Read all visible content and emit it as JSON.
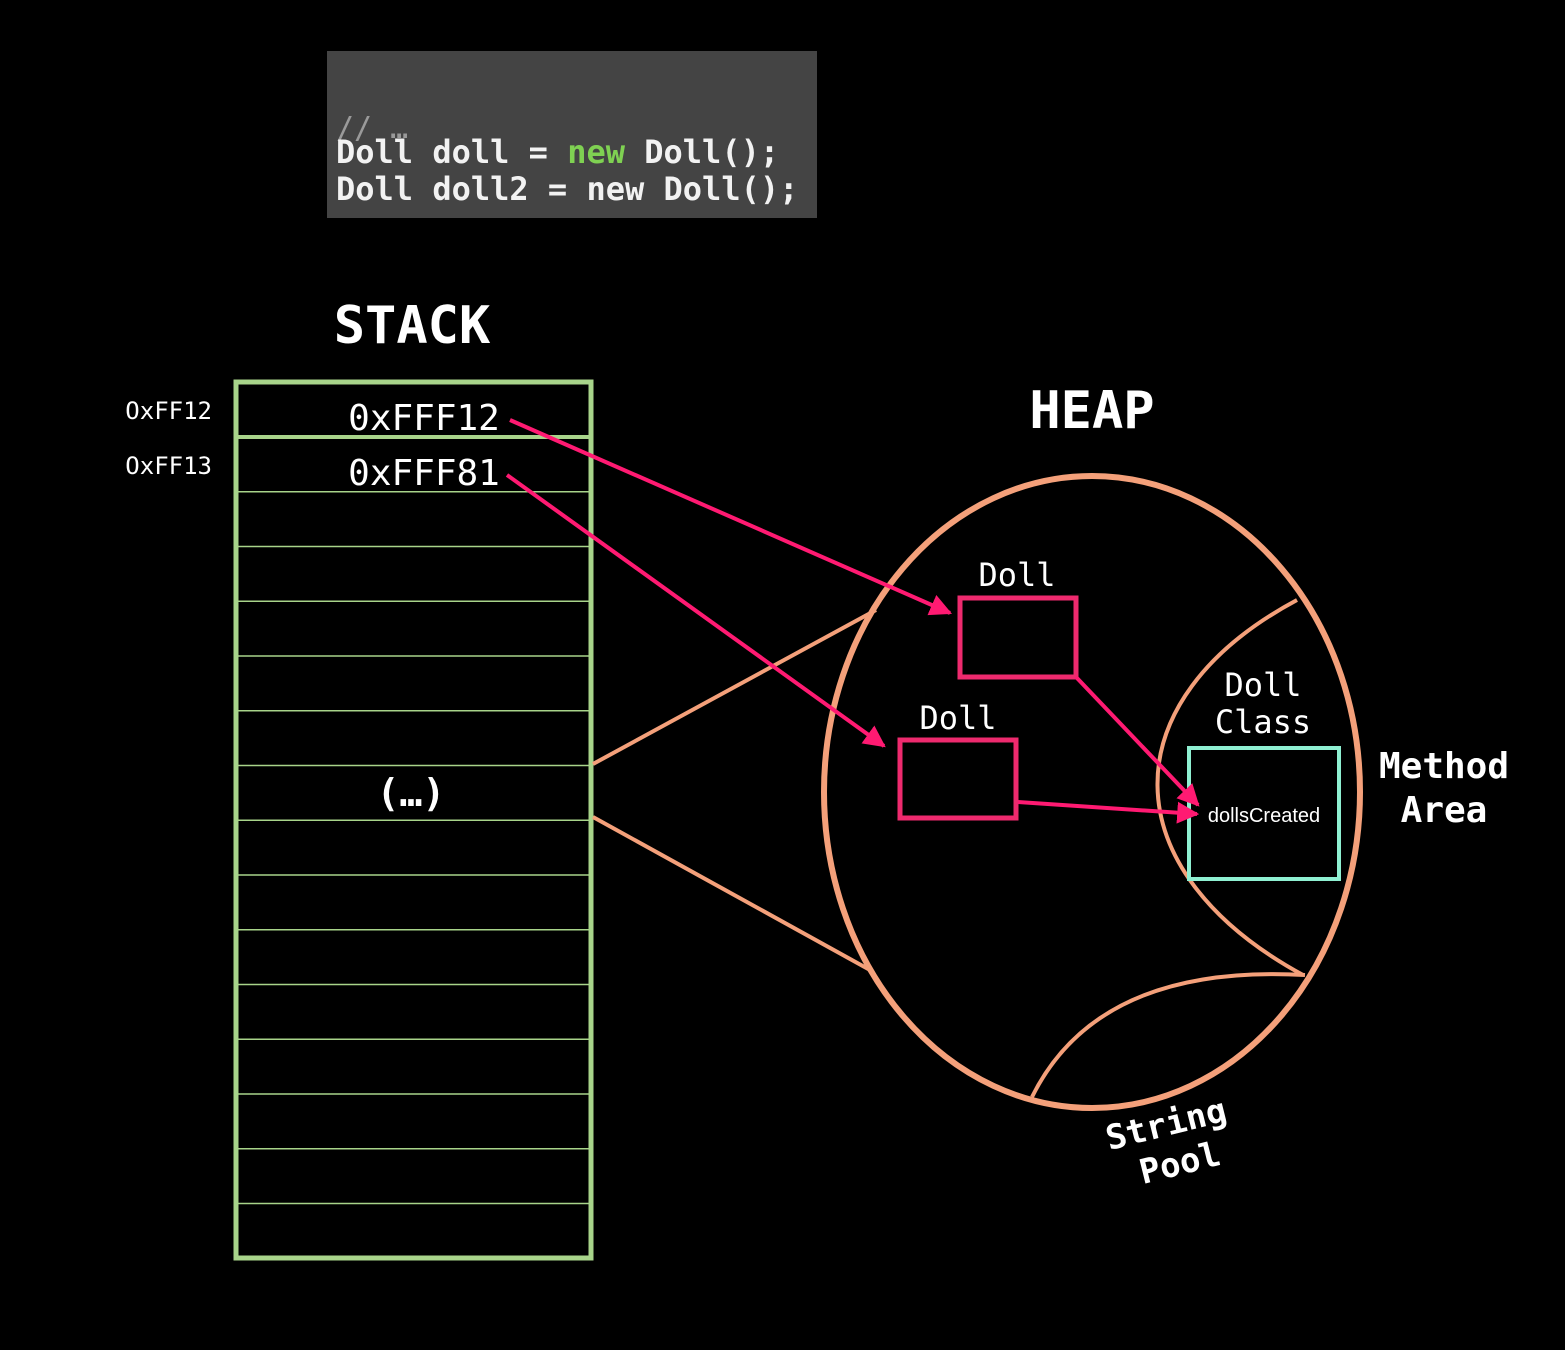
{
  "code": {
    "comment": "// …",
    "line1": {
      "part1": "Doll doll = ",
      "keyword": "new",
      "part2": " Doll();"
    },
    "line2": "Doll doll2 = new Doll();"
  },
  "stack": {
    "title": "STACK",
    "rows": [
      {
        "address": "OxFF12",
        "value": "0xFFF12"
      },
      {
        "address": "OxFF13",
        "value": "0xFFF81"
      }
    ],
    "ellipsis": "(…)"
  },
  "heap": {
    "title": "HEAP",
    "objects": [
      {
        "label": "Doll"
      },
      {
        "label": "Doll"
      }
    ],
    "class_box": {
      "label_line1": "Doll",
      "label_line2": "Class",
      "field": "dollsCreated"
    },
    "method_area": {
      "line1": "Method",
      "line2": "Area"
    },
    "string_pool": {
      "line1": "String",
      "line2": "Pool"
    }
  },
  "colors": {
    "background": "#000000",
    "code_panel": "#444444",
    "keyword_green": "#7fd152",
    "stack_border": "#a8d48a",
    "heap_outline": "#f4a07a",
    "object_box": "#ee2a6e",
    "arrow": "#ff1a72",
    "class_box": "#8ff0d2",
    "text": "#ffffff"
  }
}
